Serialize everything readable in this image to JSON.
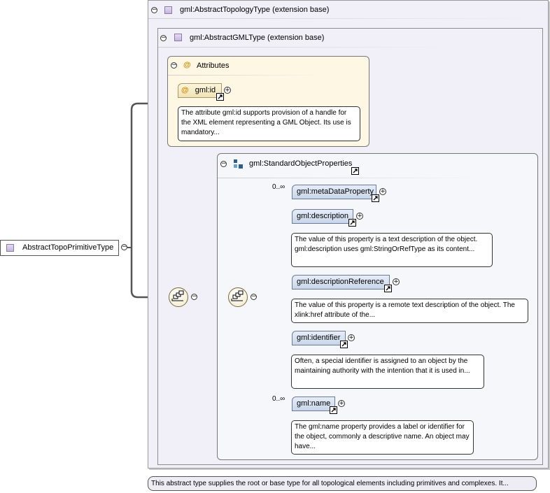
{
  "root": {
    "label": "AbstractTopoPrimitiveType"
  },
  "extension_outer": {
    "label": "gml:AbstractTopologyType (extension base)"
  },
  "extension_inner": {
    "label": "gml:AbstractGMLType (extension base)"
  },
  "attributes": {
    "title": "Attributes",
    "items": [
      {
        "label": "gml:id",
        "doc": "The attribute gml:id supports provision of a handle for the XML element representing a GML Object. Its use is mandatory..."
      }
    ]
  },
  "group": {
    "label": "gml:StandardObjectProperties"
  },
  "elements": [
    {
      "label": "gml:metaDataProperty",
      "occurs": "0..∞",
      "doc": ""
    },
    {
      "label": "gml:description",
      "occurs": "",
      "doc": "The value of this property is a text description of the object. gml:description uses gml:StringOrRefType as its content..."
    },
    {
      "label": "gml:descriptionReference",
      "occurs": "",
      "doc": "The value of this property is a remote text description of the object. The xlink:href attribute of the..."
    },
    {
      "label": "gml:identifier",
      "occurs": "",
      "doc": "Often, a special identifier is assigned to an object by the maintaining authority with the intention that it is used in..."
    },
    {
      "label": "gml:name",
      "occurs": "0..∞",
      "doc": "The gml:name property provides a label or identifier for the object, commonly a descriptive name. An object may have..."
    }
  ],
  "root_doc": "This abstract type supplies the root or base type for all topological elements including primitives and complexes. It...",
  "icons": {
    "collapse": "−",
    "expand": "+",
    "attribute": "@",
    "sequence": "sequence-compositor-icon"
  }
}
